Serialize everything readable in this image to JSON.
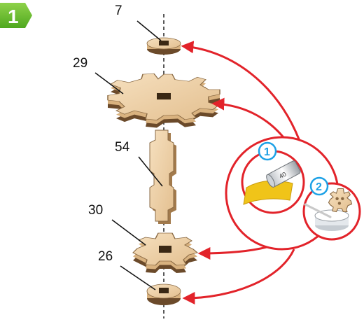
{
  "step": {
    "number": "1"
  },
  "parts": [
    {
      "id": "7",
      "label": "7"
    },
    {
      "id": "29",
      "label": "29"
    },
    {
      "id": "54",
      "label": "54"
    },
    {
      "id": "30",
      "label": "30"
    },
    {
      "id": "26",
      "label": "26"
    }
  ],
  "callouts": [
    {
      "number": "1",
      "tool": "sandpaper",
      "text": "40"
    },
    {
      "number": "2",
      "tool": "wax"
    }
  ],
  "colors": {
    "badge": "#6cbf2c",
    "wood_light": "#efd2a8",
    "wood_dark": "#6b4a2a",
    "arrow": "#e2232a",
    "callout_number": "#1da1e6",
    "sandpaper": "#f0c419"
  }
}
